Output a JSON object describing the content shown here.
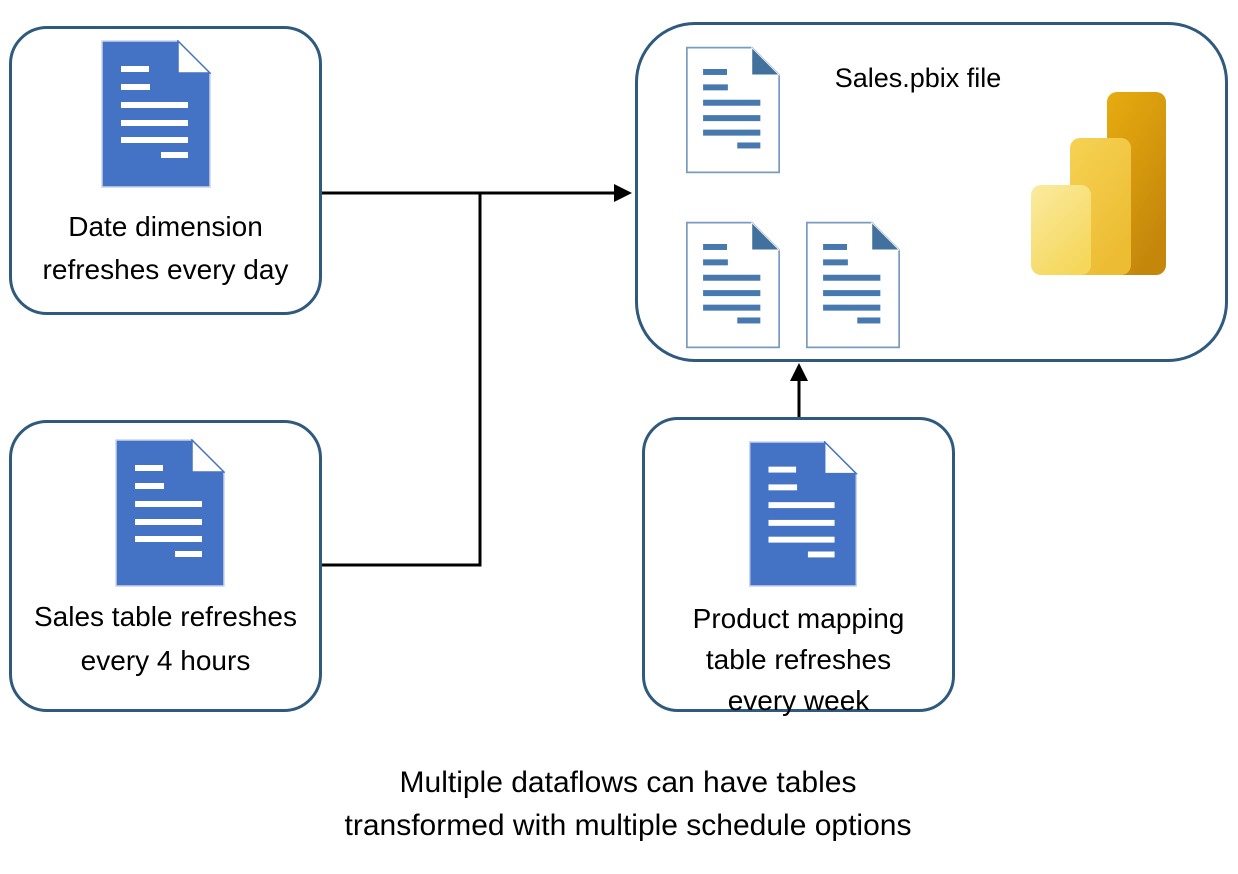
{
  "colors": {
    "box-border": "#2F5A7E",
    "doc-blue": "#4472C4",
    "doc-blue-edge": "#C9D4EA",
    "doc-outline": "#7A9BC0",
    "doc-fold": "#41719C",
    "doc-line": "#4778AE",
    "arrow": "#000000",
    "text": "#000000",
    "pbi-light-1": "#FAEBA0",
    "pbi-light-2": "#F5D75C",
    "pbi-mid-1": "#F6D254",
    "pbi-mid-2": "#ECBC33",
    "pbi-dark-1": "#E7AC10",
    "pbi-dark-2": "#C5870B"
  },
  "nodes": {
    "date_dimension": {
      "label": "Date dimension\nrefreshes every day"
    },
    "sales_table": {
      "label": "Sales table refreshes\nevery 4 hours"
    },
    "product_mapping": {
      "label": "Product mapping\ntable refreshes\nevery week"
    },
    "pbix": {
      "title": "Sales.pbix file"
    }
  },
  "caption": "Multiple dataflows can have tables\ntransformed with multiple schedule options",
  "icons": {
    "dataflow_document": "document-icon",
    "pbix_table_document": "document-outline-icon",
    "power_bi": "power-bi-logo"
  }
}
